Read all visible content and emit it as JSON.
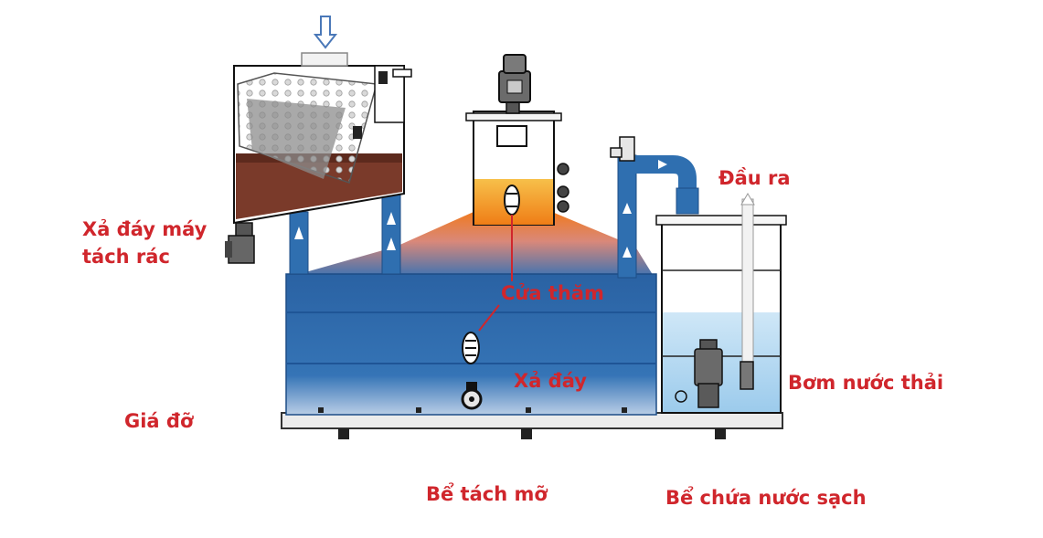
{
  "labels": {
    "bottom_drain_screen": "Xả đáy máy\ntách rác",
    "outlet": "Đầu ra",
    "inspection_door": "Cửa thăm",
    "bottom_drain": "Xả đáy",
    "wastewater_pump": "Bơm nước thải",
    "stand": "Giá đỡ",
    "grease_tank": "Bể tách mỡ",
    "clean_water_tank": "Bể chứa nước sạch"
  },
  "colors": {
    "label_red": "#d0262c",
    "tank_blue": "#2f6fb0",
    "water_light": "#c8e4f6",
    "grease_orange": "#f08a1a",
    "sludge_brown": "#7a3a2a"
  }
}
